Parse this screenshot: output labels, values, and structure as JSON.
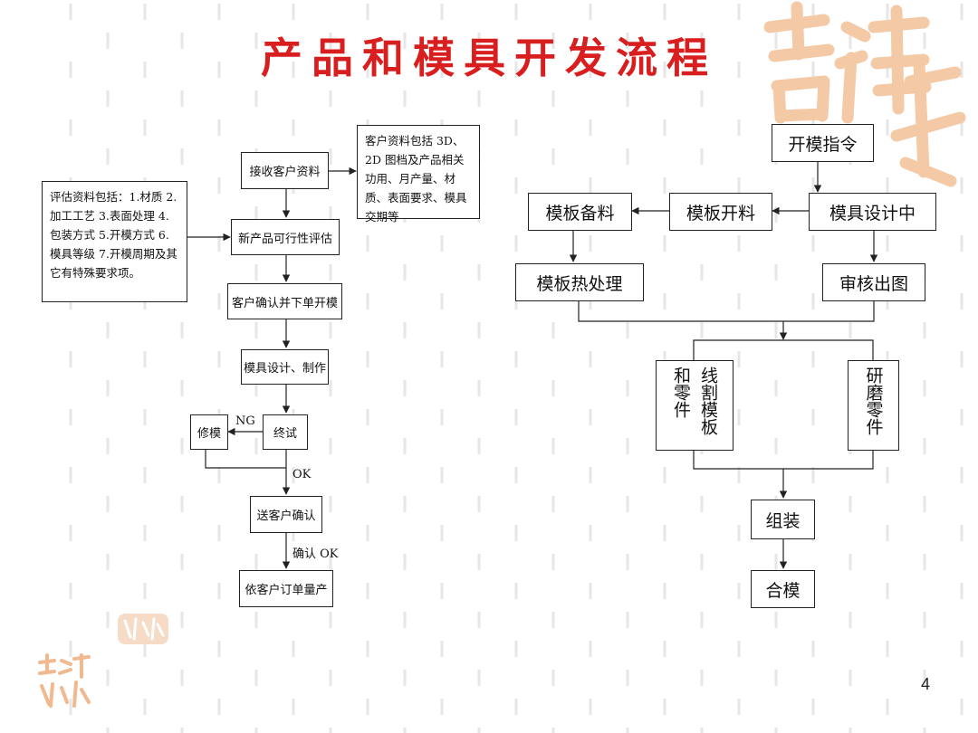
{
  "title": "产品和模具开发流程",
  "page_number": "4",
  "left_flow": {
    "receive": "接收客户资料",
    "customer_info": "客户资料包括 3D、2D 图档及产品相关功用、月产量、材质、表面要求、模具交期等",
    "evaluation_info": "评估资料包括：1.材质 2.加工工艺 3.表面处理 4.包装方式 5.开模方式 6.模具等级 7.开模周期及其它有特殊要求项。",
    "feasibility": "新产品可行性评估",
    "confirm_order": "客户确认并下单开模",
    "design_make": "模具设计、制作",
    "trial": "终试",
    "repair": "修模",
    "ng_label": "NG",
    "ok_label": "OK",
    "send_confirm": "送客户确认",
    "confirm_ok_label": "确认 OK",
    "mass_production": "依客户订单量产"
  },
  "right_flow": {
    "order": "开模指令",
    "designing": "模具设计中",
    "plate_cutting": "模板开料",
    "plate_prep": "模板备料",
    "heat_treat": "模板热处理",
    "review": "审核出图",
    "wire_cut": "线割模板和零件",
    "grinding": "研磨零件",
    "assembly": "组装",
    "mold_close": "合模"
  },
  "colors": {
    "title": "#d81e1e",
    "watermark": "#f3c9a6",
    "line": "#222222"
  }
}
